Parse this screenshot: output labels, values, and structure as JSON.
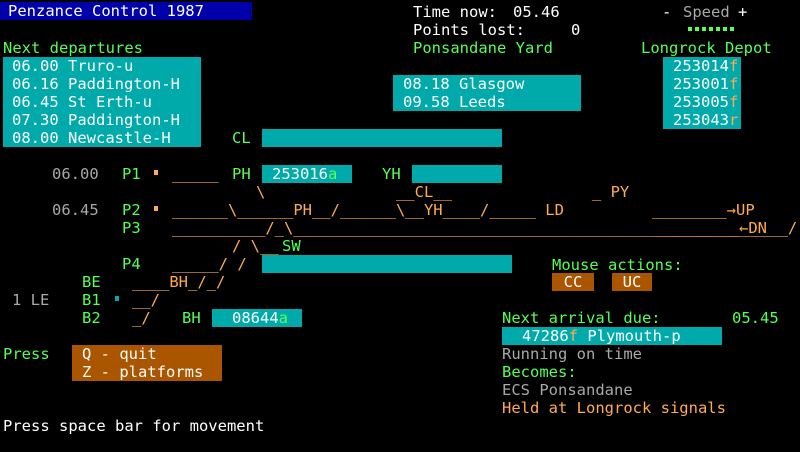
{
  "title": "Penzance Control 1987",
  "header": {
    "time_label": "Time now:",
    "time_value": "05.46",
    "points_label": "Points lost:",
    "points_value": "0",
    "speed_minus": "-",
    "speed_label": "Speed",
    "speed_plus": "+",
    "speed_level": 7
  },
  "departures": {
    "heading": "Next departures",
    "items": [
      {
        "time": "06.00",
        "dest": "Truro-u"
      },
      {
        "time": "06.16",
        "dest": "Paddington-H"
      },
      {
        "time": "06.45",
        "dest": "St Erth-u"
      },
      {
        "time": "07.30",
        "dest": "Paddington-H"
      },
      {
        "time": "08.00",
        "dest": "Newcastle-H"
      }
    ]
  },
  "yard": {
    "heading": "Ponsandane Yard",
    "items": [
      {
        "time": "08.18",
        "dest": "Glasgow"
      },
      {
        "time": "09.58",
        "dest": "Leeds"
      }
    ]
  },
  "depot": {
    "heading": "Longrock Depot",
    "items": [
      {
        "loco": "253014",
        "flag": "f"
      },
      {
        "loco": "253001",
        "flag": "f"
      },
      {
        "loco": "253005",
        "flag": "f"
      },
      {
        "loco": "253043",
        "flag": "r"
      }
    ]
  },
  "layout": {
    "cl": "CL",
    "p1": "P1",
    "p1_time": "06.00",
    "ph": "PH",
    "ph_loco": "253016",
    "ph_flag": "a",
    "yh": "YH",
    "p2": "P2",
    "p2_time": "06.45",
    "p3": "P3",
    "p4": "P4",
    "be": "BE",
    "b1": "B1",
    "b1_note": "1 LE",
    "b2": "B2",
    "bh": "BH",
    "bh_loco": "08644",
    "bh_flag": "a",
    "track_1": "_____  ",
    "track_2": "         \\              __CL__               _ PY",
    "track_3": "______\\______PH__/______\\__YH____/_____ LD",
    "track_4": "__________/_\\____________________________________________________/________",
    "track_5": "/ \\__SW",
    "track_6": "____BH_/_/",
    "track_7": "__/",
    "track_8": "_/",
    "track_9": "_____/ /",
    "track_10": "__________/__________",
    "up_tail": "________→UP",
    "dn_tail": "_________←DN"
  },
  "mouse": {
    "heading": "Mouse actions:",
    "cc": "CC",
    "uc": "UC"
  },
  "arrival": {
    "heading": "Next arrival due:",
    "time": "05.45",
    "loco": "47286",
    "flag": "f",
    "dest": "Plymouth-p",
    "status": "Running on time",
    "becomes_label": "Becomes:",
    "becomes": "ECS Ponsandane",
    "note": "Held at Longrock signals"
  },
  "controls": {
    "press": "Press",
    "quit": "Q - quit",
    "platforms": "Z - platforms",
    "hint": "Press space bar for movement"
  },
  "colors": {
    "background": "#000000",
    "title_bg": "#0000aa",
    "cyan": "#00aaaa",
    "green": "#55ff55",
    "orange": "#ffaa55",
    "brown": "#aa5500",
    "grey": "#a8a8a8"
  }
}
